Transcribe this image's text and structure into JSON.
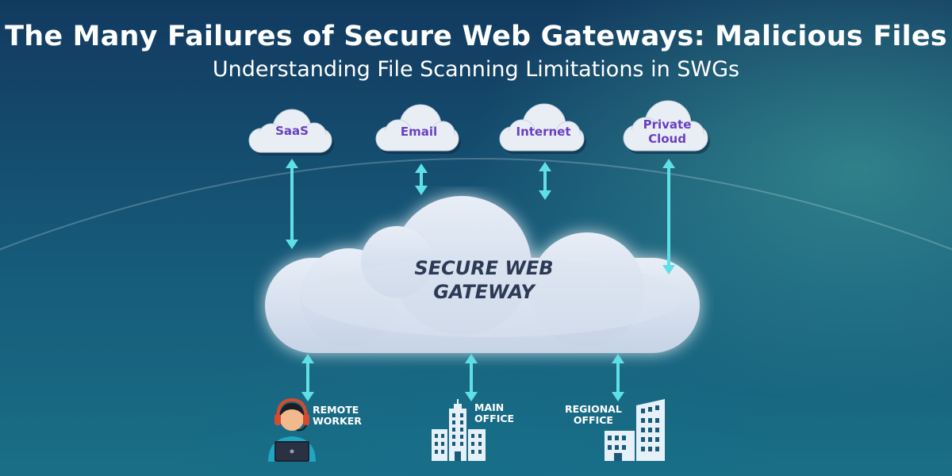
{
  "header": {
    "title": "The Many Failures of Secure Web Gateways: Malicious Files",
    "subtitle": "Understanding File Scanning Limitations in SWGs"
  },
  "services": [
    {
      "label": "SaaS"
    },
    {
      "label": "Email"
    },
    {
      "label": "Internet"
    },
    {
      "label": "Private Cloud",
      "line1": "Private",
      "line2": "Cloud"
    }
  ],
  "gateway": {
    "line1": "SECURE WEB",
    "line2": "GATEWAY"
  },
  "nodes": [
    {
      "line1": "REMOTE",
      "line2": "WORKER",
      "icon": "remote-worker-icon"
    },
    {
      "line1": "MAIN",
      "line2": "OFFICE",
      "icon": "main-office-building-icon"
    },
    {
      "line1": "REGIONAL",
      "line2": "OFFICE",
      "icon": "regional-office-building-icon"
    }
  ],
  "colors": {
    "arrow": "#5fe0e6",
    "service_text": "#6a3fbf",
    "gateway_text": "#2c3a56",
    "building": "#e6f0f8"
  }
}
